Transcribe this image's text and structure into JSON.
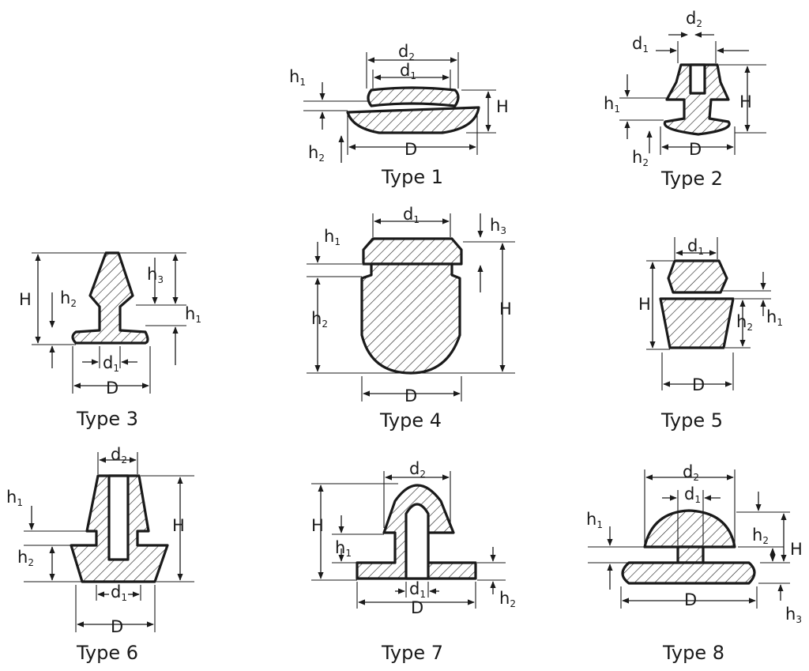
{
  "captions": {
    "type1": "Type 1",
    "type2": "Type 2",
    "type3": "Type 3",
    "type4": "Type 4",
    "type5": "Type 5",
    "type6": "Type 6",
    "type7": "Type 7",
    "type8": "Type 8"
  },
  "labels": {
    "d": "d",
    "D": "D",
    "h": "h",
    "H": "H",
    "sub1": "1",
    "sub2": "2",
    "sub3": "3"
  }
}
